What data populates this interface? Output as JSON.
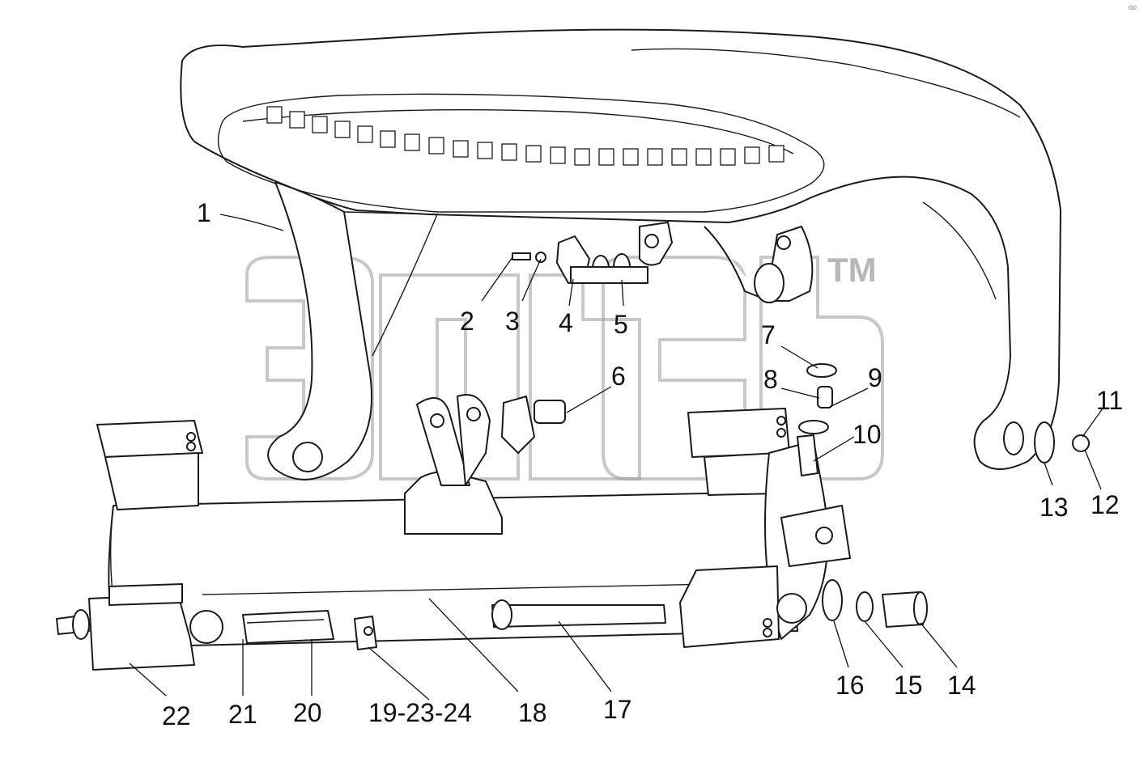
{
  "watermark": {
    "trademark": "TM",
    "color": "#9a9a9a"
  },
  "callouts": [
    "1",
    "2",
    "3",
    "4",
    "5",
    "6",
    "7",
    "8",
    "9",
    "10",
    "11",
    "12",
    "13",
    "14",
    "15",
    "16",
    "17",
    "18",
    "19-23-24",
    "20",
    "21",
    "22"
  ],
  "corner_mark": "oo"
}
